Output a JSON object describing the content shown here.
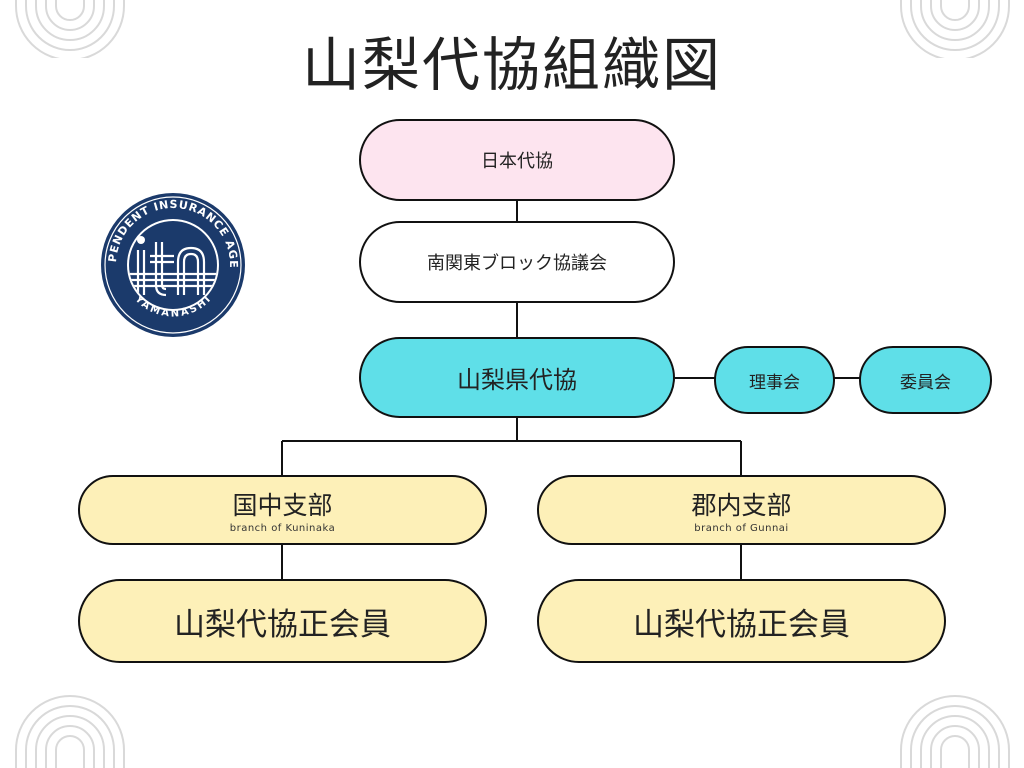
{
  "title": "山梨代協組織図",
  "logo": {
    "ring_text_top": "INDEPENDENT INSURANCE AGENTS",
    "ring_text_bottom": "YAMANASHI"
  },
  "nodes": {
    "national": {
      "label": "日本代協"
    },
    "regional": {
      "label": "南関東ブロック協議会"
    },
    "prefectural": {
      "label": "山梨県代協"
    },
    "board": {
      "label": "理事会"
    },
    "committee": {
      "label": "委員会"
    },
    "branch_kuninaka": {
      "label": "国中支部",
      "sub": "branch of Kuninaka"
    },
    "branch_gunnai": {
      "label": "郡内支部",
      "sub": "branch of Gunnai"
    },
    "members_kuninaka": {
      "label": "山梨代協正会員"
    },
    "members_gunnai": {
      "label": "山梨代協正会員"
    }
  },
  "colors": {
    "national": "#fde4ef",
    "regional": "#ffffff",
    "prefectural": "#5fdfe8",
    "branch": "#fdf0b8",
    "logo_navy": "#1b3a6b",
    "deco": "#d9d9d9"
  }
}
